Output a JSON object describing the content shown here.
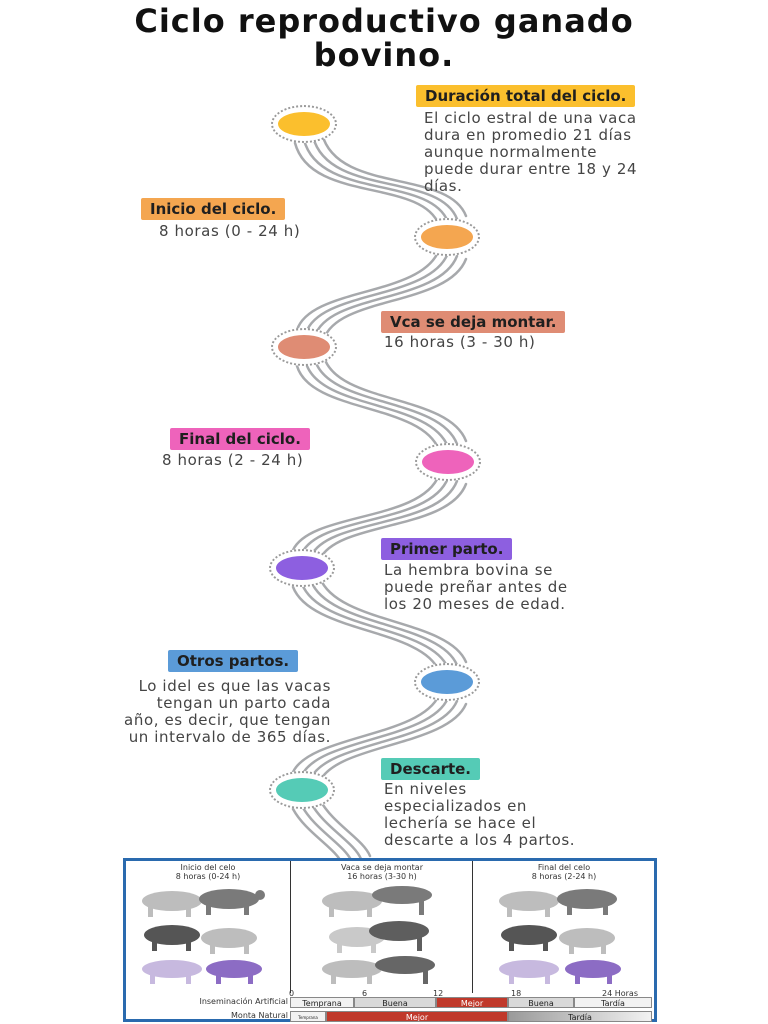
{
  "title": {
    "line1": "Ciclo reproductivo ganado",
    "line2": "bovino."
  },
  "colors": {
    "road": "#a7a9ac",
    "yellow": "#fbbf2d",
    "orange": "#f4a650",
    "salmon": "#df8c74",
    "pink": "#ee63bb",
    "purple": "#8d5fe0",
    "blue": "#5b9bd8",
    "teal": "#55cbb6"
  },
  "steps": [
    {
      "title": "Duración total del ciclo.",
      "lines": [
        "El ciclo estral de una vaca",
        "dura en promedio 21 días",
        "aunque normalmente",
        "puede durar entre 18 y 24",
        "días."
      ],
      "color": "#fbbf2d"
    },
    {
      "title": "Inicio del ciclo.",
      "lines": [
        "8 horas (0 - 24 h)"
      ],
      "color": "#f4a650"
    },
    {
      "title": "Vca se deja montar.",
      "lines": [
        "16 horas (3 - 30 h)"
      ],
      "color": "#df8c74"
    },
    {
      "title": "Final del ciclo.",
      "lines": [
        "8 horas (2 - 24 h)"
      ],
      "color": "#ee63bb"
    },
    {
      "title": "Primer parto.",
      "lines": [
        "La hembra bovina se",
        "puede preñar antes de",
        "los 20 meses de edad."
      ],
      "color": "#8d5fe0"
    },
    {
      "title": "Otros partos.",
      "lines": [
        "Lo idel es que las vacas",
        "tengan un parto cada",
        "año, es decir, que tengan",
        "un intervalo de 365 días."
      ],
      "color": "#5b9bd8"
    },
    {
      "title": "Descarte.",
      "lines": [
        "En niveles",
        "especializados en",
        "lechería se hace el",
        "descarte a los 4 partos."
      ],
      "color": "#55cbb6"
    }
  ],
  "chart": {
    "panels": [
      {
        "line1": "Inicio del celo",
        "line2": "8 horas (0-24 h)"
      },
      {
        "line1": "Vaca se deja montar",
        "line2": "16 horas (3-30 h)"
      },
      {
        "line1": "Final del celo",
        "line2": "8 horas (2-24 h)"
      }
    ],
    "scale": {
      "t0": "0",
      "t6": "6",
      "t12": "12",
      "t18": "18",
      "t24": "24 Horas"
    },
    "rows": [
      {
        "label": "Inseminación Artificial",
        "cells": [
          "Temprana",
          "Buena",
          "Mejor",
          "Buena",
          "Tardía"
        ]
      },
      {
        "label": "Monta Natural",
        "cells": [
          "Temprana",
          "Mejor",
          "Tardía"
        ]
      }
    ]
  }
}
